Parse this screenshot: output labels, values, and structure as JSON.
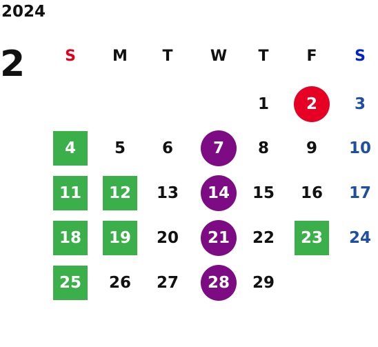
{
  "year": "2024",
  "month": "2",
  "weekdays": [
    "S",
    "M",
    "T",
    "W",
    "T",
    "F",
    "S"
  ],
  "colors": {
    "sunday_header": "#e0001b",
    "saturday_header": "#0022cc",
    "saturday_date": "#1f4fa0",
    "holiday_red": "#e60024",
    "wednesday_purple": "#7d0b83",
    "closed_green": "#3bb04a"
  },
  "weeks": [
    [
      {
        "day": ""
      },
      {
        "day": ""
      },
      {
        "day": ""
      },
      {
        "day": ""
      },
      {
        "day": "1"
      },
      {
        "day": "2",
        "mark": "red-circle"
      },
      {
        "day": "3"
      }
    ],
    [
      {
        "day": "4",
        "mark": "green-square"
      },
      {
        "day": "5"
      },
      {
        "day": "6"
      },
      {
        "day": "7",
        "mark": "purple-circle"
      },
      {
        "day": "8"
      },
      {
        "day": "9"
      },
      {
        "day": "10"
      }
    ],
    [
      {
        "day": "11",
        "mark": "green-square"
      },
      {
        "day": "12",
        "mark": "green-square"
      },
      {
        "day": "13"
      },
      {
        "day": "14",
        "mark": "purple-circle"
      },
      {
        "day": "15"
      },
      {
        "day": "16"
      },
      {
        "day": "17"
      }
    ],
    [
      {
        "day": "18",
        "mark": "green-square"
      },
      {
        "day": "19",
        "mark": "green-square"
      },
      {
        "day": "20"
      },
      {
        "day": "21",
        "mark": "purple-circle"
      },
      {
        "day": "22"
      },
      {
        "day": "23",
        "mark": "green-square"
      },
      {
        "day": "24"
      }
    ],
    [
      {
        "day": "25",
        "mark": "green-square"
      },
      {
        "day": "26"
      },
      {
        "day": "27"
      },
      {
        "day": "28",
        "mark": "purple-circle"
      },
      {
        "day": "29"
      },
      {
        "day": ""
      },
      {
        "day": ""
      }
    ]
  ]
}
